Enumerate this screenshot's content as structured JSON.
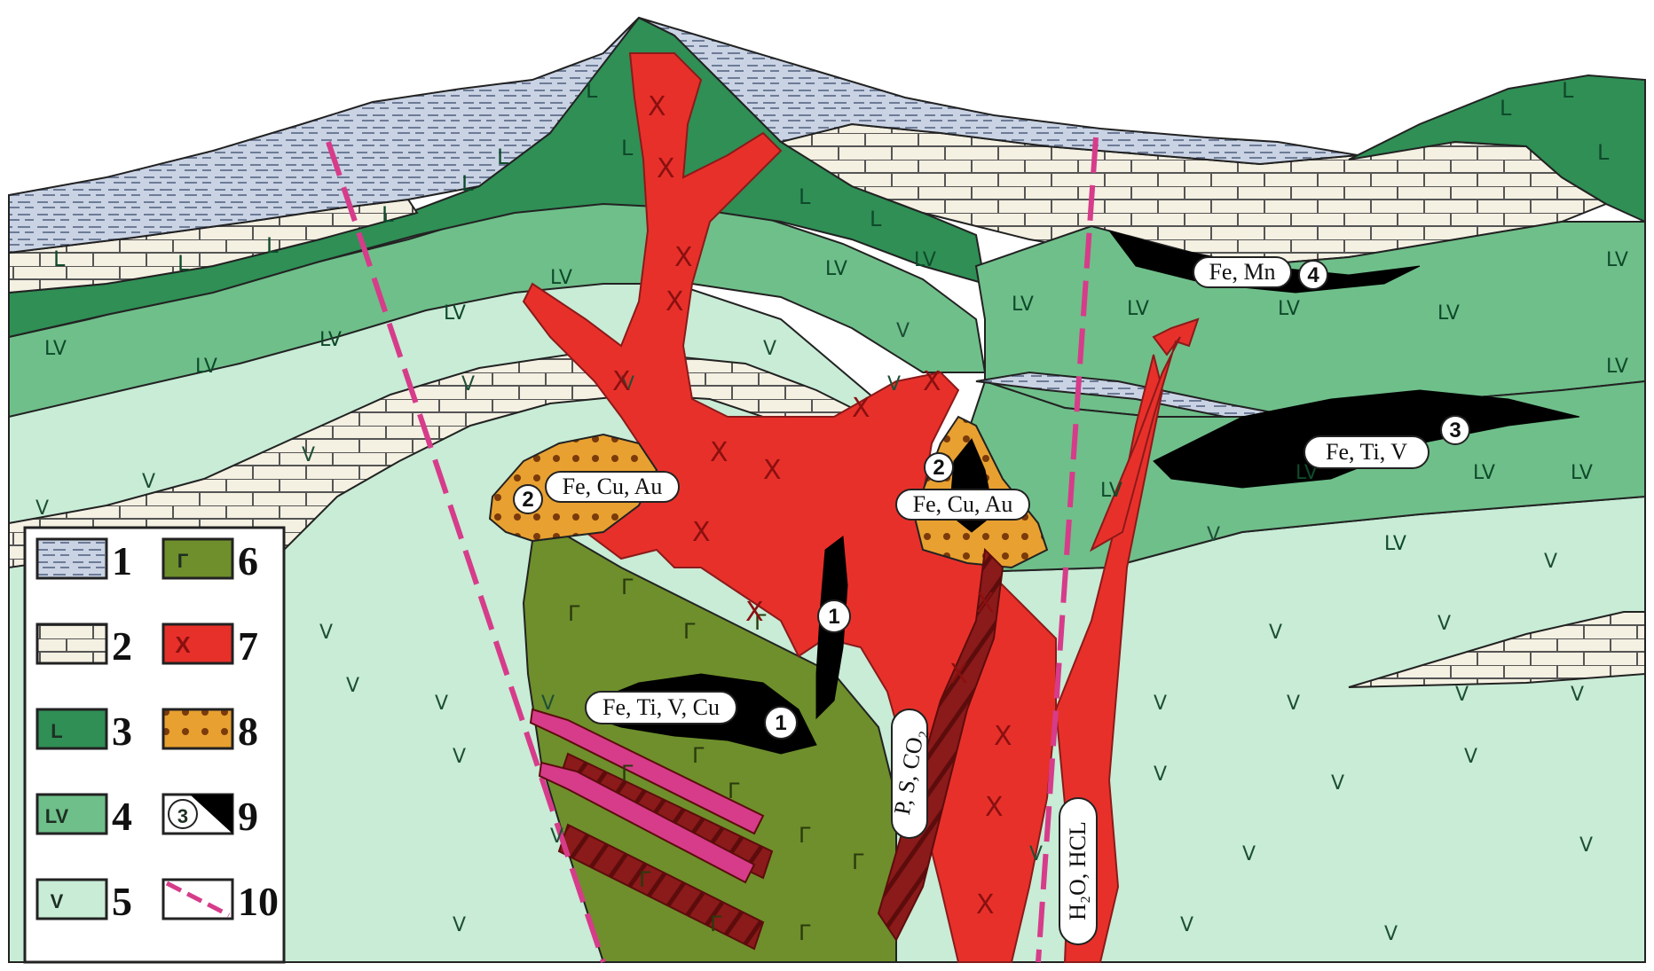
{
  "legend": {
    "items": [
      {
        "num": "1",
        "symbol": "",
        "fill": "#c9d3e4",
        "pattern": "laminated"
      },
      {
        "num": "2",
        "symbol": "",
        "fill": "#f4f0e2",
        "pattern": "limestone"
      },
      {
        "num": "3",
        "symbol": "L",
        "fill": "#2f8f55"
      },
      {
        "num": "4",
        "symbol": "LV",
        "fill": "#6fbf8a"
      },
      {
        "num": "5",
        "symbol": "V",
        "fill": "#c8ecd6"
      },
      {
        "num": "6",
        "symbol": "Г",
        "fill": "#6e8f2c"
      },
      {
        "num": "7",
        "symbol": "X",
        "fill": "#e8302a"
      },
      {
        "num": "8",
        "symbol": "",
        "fill": "#e8a030",
        "pattern": "dots"
      },
      {
        "num": "9",
        "symbol": "3",
        "fill": "#000000"
      },
      {
        "num": "10",
        "symbol": "",
        "fill": "#ffffff",
        "pattern": "fault"
      }
    ]
  },
  "ore_bodies": [
    {
      "id": "ore-1",
      "num": "1",
      "label": "Fe, Ti, V, Cu"
    },
    {
      "id": "ore-1b",
      "num": "1",
      "label": ""
    },
    {
      "id": "ore-2-left",
      "num": "2",
      "label": "Fe, Cu, Au"
    },
    {
      "id": "ore-2-right",
      "num": "2",
      "label": "Fe, Cu, Au"
    },
    {
      "id": "ore-3",
      "num": "3",
      "label": "Fe, Ti, V"
    },
    {
      "id": "ore-4",
      "num": "4",
      "label": "Fe, Mn"
    }
  ],
  "fluids": {
    "left": "P, S, CO₂",
    "right": "H₂O, HCL"
  },
  "rock_symbols": {
    "basalt": "L",
    "lava": "LV",
    "volcanic": "V",
    "gabbro": "Г",
    "granite": "X"
  },
  "colors": {
    "shale": "#c9d3e4",
    "limestone": "#f4f0e2",
    "basalt": "#2f8f55",
    "lava": "#6fbf8a",
    "volcanic": "#c8ecd6",
    "gabbro": "#6e8f2c",
    "granite": "#e8302a",
    "skarn": "#e8a030",
    "ore": "#000000",
    "fault": "#d63c8a",
    "dike": "#8b1a1a"
  }
}
